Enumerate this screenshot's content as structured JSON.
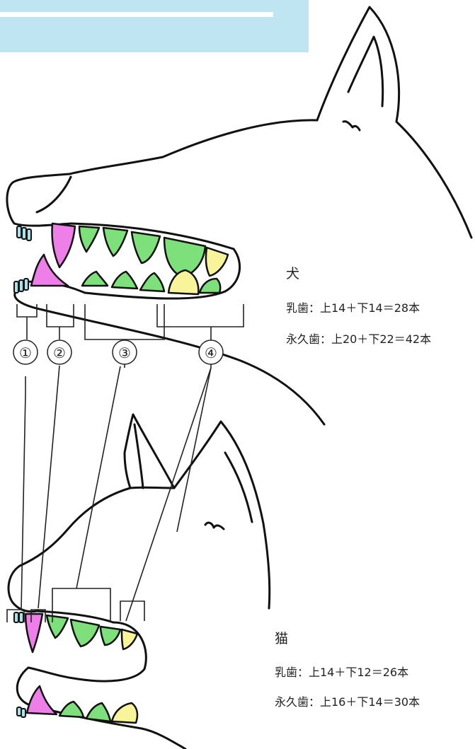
{
  "markers": [
    "①",
    "②",
    "③",
    "④"
  ],
  "dog": {
    "label": "犬",
    "deciduous": "乳歯：上14＋下14＝28本",
    "permanent": "永久歯：上20＋下22＝42本"
  },
  "cat": {
    "label": "猫",
    "deciduous": "乳歯：上14＋下12＝26本",
    "permanent": "永久歯：上16＋下14＝30本"
  },
  "colors": {
    "banner": "#bfe4f2",
    "incisor": "#a7e3ea",
    "canine": "#ef7fe8",
    "premolar": "#7ee07a",
    "molar": "#f8f49a"
  }
}
